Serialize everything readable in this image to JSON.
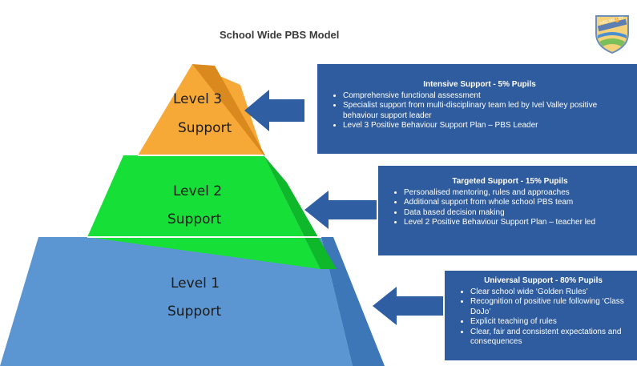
{
  "title": "School Wide PBS Model",
  "logo": {
    "icon": "school-crest-icon",
    "text": "IVEL VALLEY"
  },
  "colors": {
    "level3": "#F7A937",
    "level2": "#16E038",
    "level1": "#5B96D2",
    "box": "#2E5C9E",
    "arrow": "#2F5EA2"
  },
  "levels": [
    {
      "line1": "Level 3",
      "line2": "Support"
    },
    {
      "line1": "Level 2",
      "line2": "Support"
    },
    {
      "line1": "Level 1",
      "line2": "Support"
    }
  ],
  "boxes": [
    {
      "title": "Intensive Support - 5% Pupils",
      "items": [
        "Comprehensive functional assessment",
        "Specialist support from multi-disciplinary team led by Ivel Valley positive behaviour support leader",
        "Level 3 Positive Behaviour Support Plan – PBS Leader"
      ]
    },
    {
      "title": "Targeted Support - 15% Pupils",
      "items": [
        "Personalised mentoring, rules and approaches",
        "Additional support from whole school PBS team",
        "Data based decision making",
        "Level 2 Positive Behaviour Support Plan – teacher led"
      ]
    },
    {
      "title": "Universal Support - 80% Pupils",
      "items": [
        "Clear school wide ‘Golden Rules’",
        "Recognition of positive rule following ‘Class DoJo’",
        "Explicit teaching of rules",
        "Clear, fair and consistent expectations and consequences"
      ]
    }
  ]
}
